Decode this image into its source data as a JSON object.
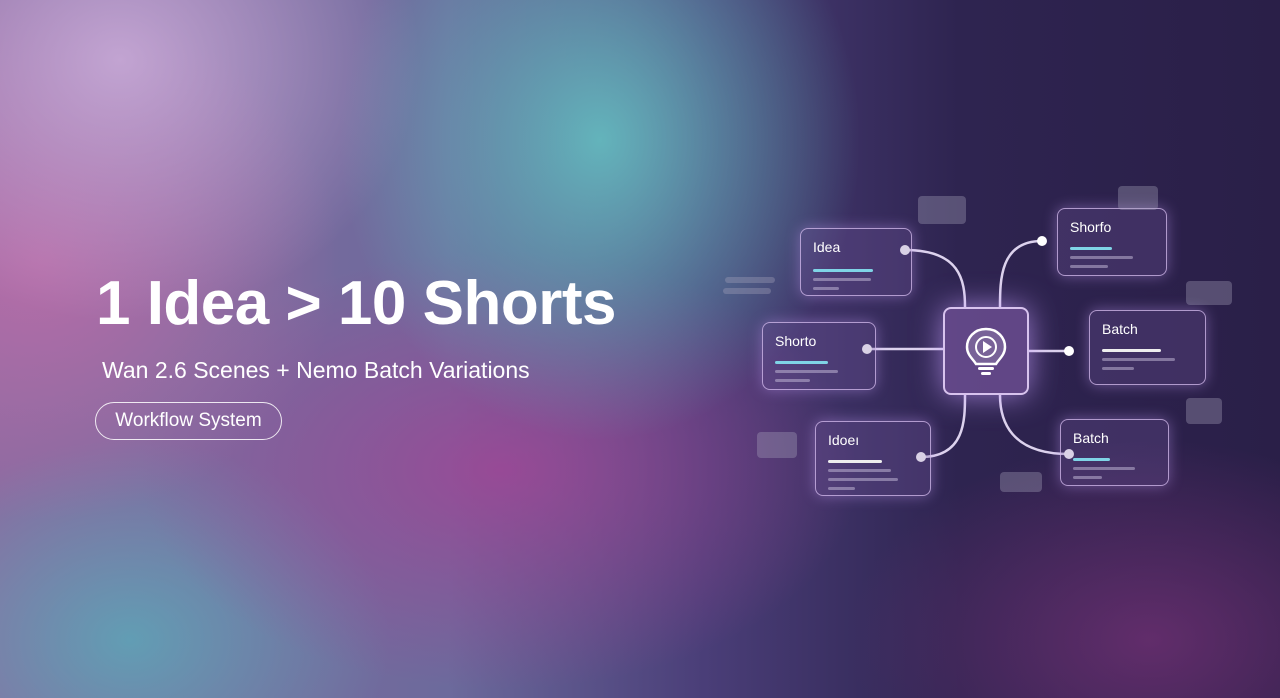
{
  "hero": {
    "title": "1 Idea > 10 Shorts",
    "subtitle": "Wan 2.6 Scenes + Nemo Batch Variations",
    "badge": "Workflow System"
  },
  "diagram": {
    "center_icon": "lightbulb-play-icon",
    "nodes": [
      {
        "label": "Idea"
      },
      {
        "label": "Shorto"
      },
      {
        "label": "Idoeı"
      },
      {
        "label": "Shorfo"
      },
      {
        "label": "Batch"
      },
      {
        "label": "Batch"
      }
    ]
  },
  "colors": {
    "accent_line": "#7fd4e6",
    "glow": "#d8c0f5"
  }
}
